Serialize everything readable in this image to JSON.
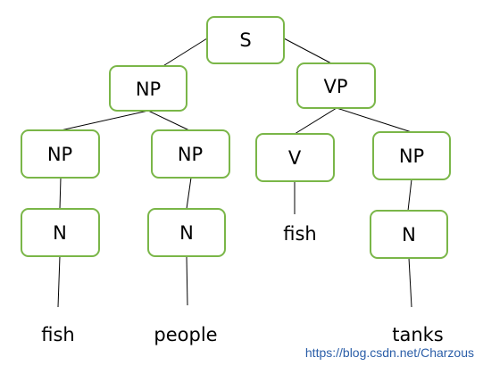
{
  "tree": {
    "colors": {
      "box_border": "#7ab648",
      "edge": "#000000",
      "text": "#000000"
    },
    "nodes": {
      "s": "S",
      "np_top": "NP",
      "vp": "VP",
      "np_left": "NP",
      "np_mid": "NP",
      "v": "V",
      "np_right": "NP",
      "n_left": "N",
      "n_mid": "N",
      "n_right": "N"
    },
    "leaves": {
      "fish_noun": "fish",
      "people": "people",
      "fish_verb": "fish",
      "tanks": "tanks"
    }
  },
  "watermark": "https://blog.csdn.net/Charzous"
}
